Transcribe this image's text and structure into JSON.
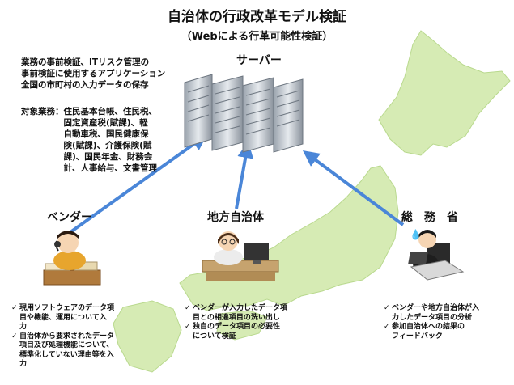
{
  "title": "自治体の行政改革モデル検証",
  "subtitle": "（Webによる行革可能性検証）",
  "server": {
    "label": "サーバー",
    "description": [
      "業務の事前検証、ITリスク管理の",
      "事前検証に使用するアプリケーション",
      "全国の市町村の入力データの保存"
    ],
    "business_label": "対象業務：",
    "business_lines": [
      "住民基本台帳、住民税、",
      "固定資産税(賦課)、軽",
      "自動車税、国民健康保",
      "険(賦課)、介護保険(賦",
      "課)、国民年金、財務会",
      "計、人事給与、文書管理"
    ]
  },
  "vendor": {
    "label": "ベンダー",
    "notes": [
      [
        "現用ソフトウェアのデータ項",
        "目や機能、運用について入",
        "力"
      ],
      [
        "自治体から要求されたデータ",
        "項目及び処理機能について、",
        "標準化していない理由等を入",
        "力"
      ]
    ]
  },
  "municipality": {
    "label": "地方自治体",
    "notes": [
      [
        "ベンダーが入力したデータ項",
        "目との相違項目の洗い出し"
      ],
      [
        "独自のデータ項目の必要性",
        "について検証"
      ]
    ]
  },
  "ministry": {
    "label": "総　務　省",
    "notes": [
      [
        "ベンダーや地方自治体が入",
        "力したデータ項目の分析"
      ],
      [
        "参加自治体への結果の",
        "フィードバック"
      ]
    ]
  },
  "colors": {
    "map_fill": "#d6ebb4",
    "map_stroke": "#b9d98e",
    "arrow": "#4a86d8"
  },
  "icons": [
    "server-rack-icon",
    "vendor-operator-icon",
    "municipal-office-worker-icon",
    "ministry-worker-icon"
  ]
}
